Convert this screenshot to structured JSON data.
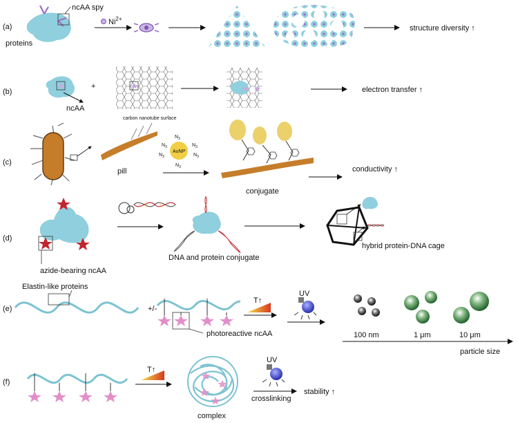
{
  "colors": {
    "protein": "#8fcfde",
    "ligand": "#9c6fc2",
    "star_pink": "#e28ec9",
    "star_red": "#c0262e",
    "bacterium": "#c67d2a",
    "gold": "#ecd06a",
    "wave": "#7cc3d2"
  },
  "panel_a": {
    "tag": "(a)",
    "label_spy": "ncAA spy",
    "label_proteins": "proteins",
    "label_ni": "Ni",
    "label_ni_sup": "2+",
    "outcome": "structure diversity ↑"
  },
  "panel_b": {
    "tag": "(b)",
    "plus": "+",
    "label_ncaa": "ncAA",
    "label_surface": "carbon nanotube surface",
    "outcome": "electron transfer ↑"
  },
  "panel_c": {
    "tag": "(c)",
    "label_pill": "pill",
    "label_aunp": "AuNP",
    "label_n3": "N",
    "label_n3_sub": "3",
    "label_conjugate": "conjugate",
    "outcome": "conductivity ↑"
  },
  "panel_d": {
    "tag": "(d)",
    "label_azide": "azide-bearing ncAA",
    "label_conjugate": "DNA and protein conjugate",
    "label_cage": "hybrid protein-DNA cage"
  },
  "panel_e": {
    "tag": "(e)",
    "label_elp": "Elastin-like proteins",
    "plus_minus": "+/-",
    "label_temp": "T↑",
    "label_uv": "UV",
    "label_photo": "photoreactive ncAA",
    "sizes": [
      "100 nm",
      "1 μm",
      "10 μm"
    ],
    "axis_label": "particle size"
  },
  "panel_f": {
    "tag": "(f)",
    "label_temp": "T↑",
    "label_uv": "UV",
    "label_crosslink": "crosslinking",
    "outcome": "stability ↑",
    "label_complex": "complex"
  }
}
